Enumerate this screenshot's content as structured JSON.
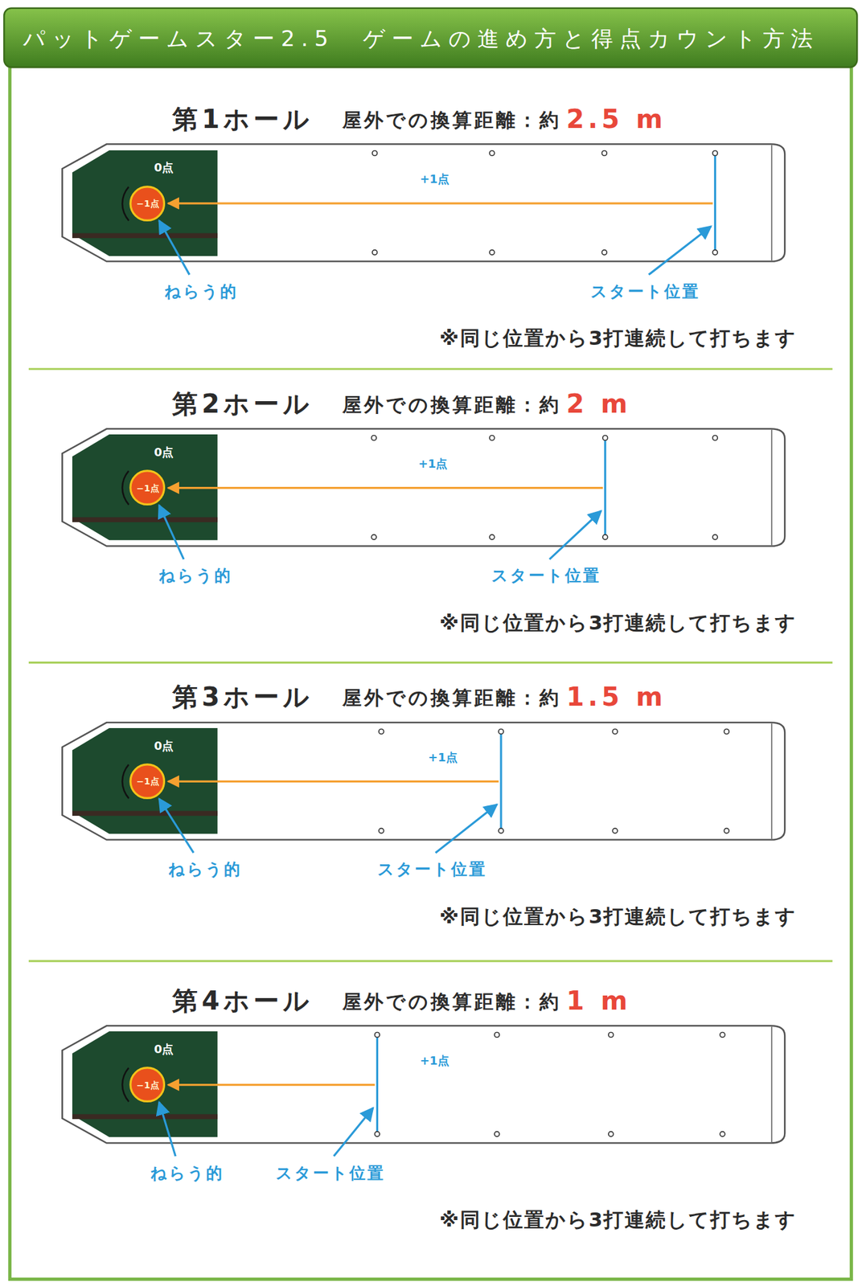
{
  "diagram": {
    "title": "パットゲームスター2.5　ゲームの進め方と得点カウント方法",
    "nodes": [
      {
        "text": [
          "+1点"
        ]
      },
      {
        "text": [
          "0点"
        ],
        "in": 0
      },
      {
        "text": [
          "−1点"
        ],
        "in": 1
      },
      {
        "text": [
          "+1点"
        ]
      },
      {
        "text": [
          "0点"
        ],
        "in": 3
      },
      {
        "text": [
          "−1点"
        ],
        "in": 4
      },
      {
        "text": [
          "+1点"
        ]
      },
      {
        "text": [
          "0点"
        ],
        "in": 6
      },
      {
        "text": [
          "−1点"
        ],
        "in": 7
      },
      {
        "text": [
          "+1点"
        ]
      },
      {
        "text": [
          "0点"
        ],
        "in": 9
      },
      {
        "text": [
          "−1点"
        ],
        "in": 10
      }
    ],
    "labels": [
      "第1ホール",
      "屋外での換算距離：約",
      "2.5 m",
      "ねらう的",
      "スタート位置",
      "※同じ位置から3打連続して打ちます",
      "第2ホール",
      "屋外での換算距離：約",
      "2 m",
      "ねらう的",
      "スタート位置",
      "※同じ位置から3打連続して打ちます",
      "第3ホール",
      "屋外での換算距離：約",
      "1.5 m",
      "ねらう的",
      "スタート位置",
      "※同じ位置から3打連続して打ちます",
      "第4ホール",
      "屋外での換算距離：約",
      "1 m",
      "ねらう的",
      "スタート位置",
      "※同じ位置から3打連続して打ちます"
    ]
  }
}
